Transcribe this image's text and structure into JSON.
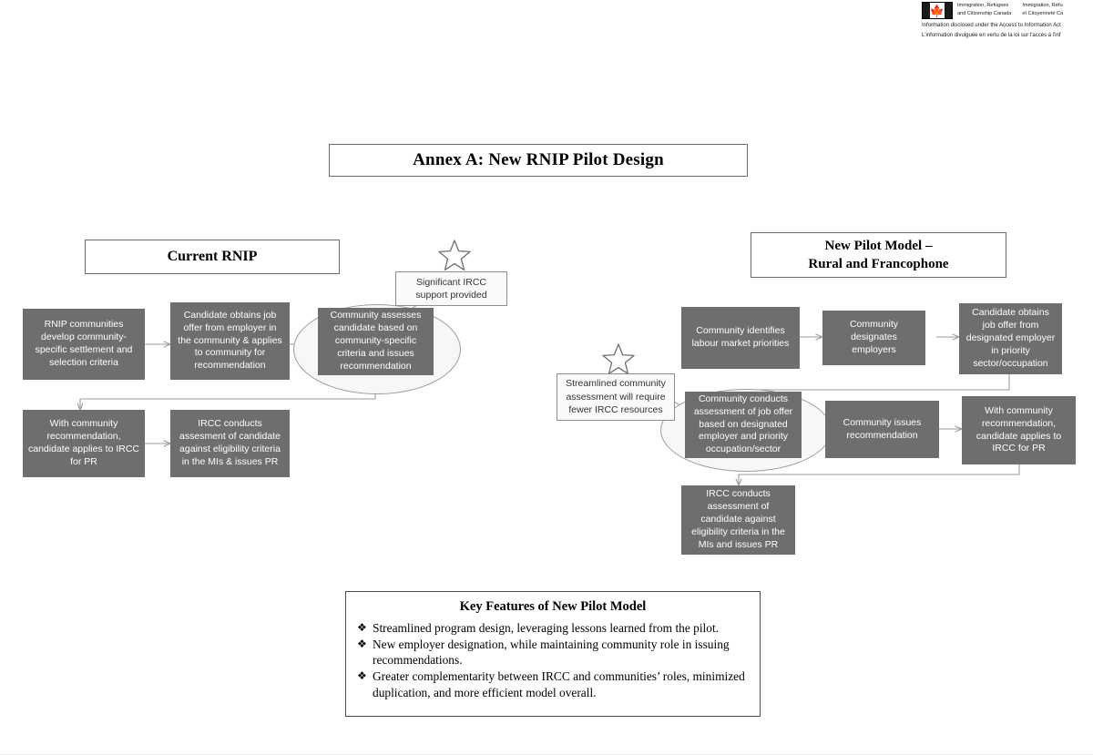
{
  "gov_header": {
    "flag_icon": "canada-flag-icon",
    "dept_en_line1": "Immigration, Refugees",
    "dept_en_line2": "and Citizenship Canada",
    "dept_fr_line1": "Immigration, Réfu",
    "dept_fr_line2": "et Citoyenneté Ca",
    "disclaimer_en": "Information disclosed under the Access to Information Act",
    "disclaimer_fr": "L'information divulguée en vertu de la loi sur l'accès à l'inf"
  },
  "title": "Annex A: New RNIP Pilot Design",
  "left_panel": {
    "header": "Current RNIP",
    "boxes": [
      "RNIP communities develop community-specific settlement and selection criteria",
      "Candidate obtains job offer from employer in the community & applies to community for recommendation",
      "Community assesses candidate based on community-specific criteria and issues recommendation",
      "With community recommendation, candidate applies to IRCC for PR",
      "IRCC conducts assesment of candidate against eligibility criteria in the MIs & issues PR"
    ],
    "note": "Significant IRCC support provided"
  },
  "right_panel": {
    "header_line1": "New Pilot Model –",
    "header_line2": "Rural and Francophone",
    "boxes": [
      "Community identifies labour market priorities",
      "Community designates employers",
      "Candidate obtains job offer from designated employer in priority sector/occupation",
      "Community conducts assessment of job offer based on designated employer and priority occupation/sector",
      "Community issues recommendation",
      "With community recommendation, candidate applies to IRCC for PR",
      "IRCC conducts assessment of candidate against eligibility criteria in the MIs and issues PR"
    ],
    "note": "Streamlined community assessment will require fewer IRCC resources"
  },
  "key_features": {
    "title": "Key Features of New Pilot Model",
    "bullet_glyph": "❖",
    "items": [
      "Streamlined program design, leveraging lessons learned from the pilot.",
      "New employer designation, while maintaining community role in issuing recommendations.",
      "Greater complementarity between IRCC and communities’ roles, minimized duplication, and more efficient model overall."
    ]
  },
  "colors": {
    "process_box_fill": "#6e6e6e",
    "process_box_text": "#ffffff",
    "outline_box_border": "#6b6b6b",
    "connector": "#9b9b9b",
    "ellipse_stroke": "#9b9b9b",
    "ellipse_fill": "#f7f7f7",
    "page_background": "#ffffff"
  }
}
